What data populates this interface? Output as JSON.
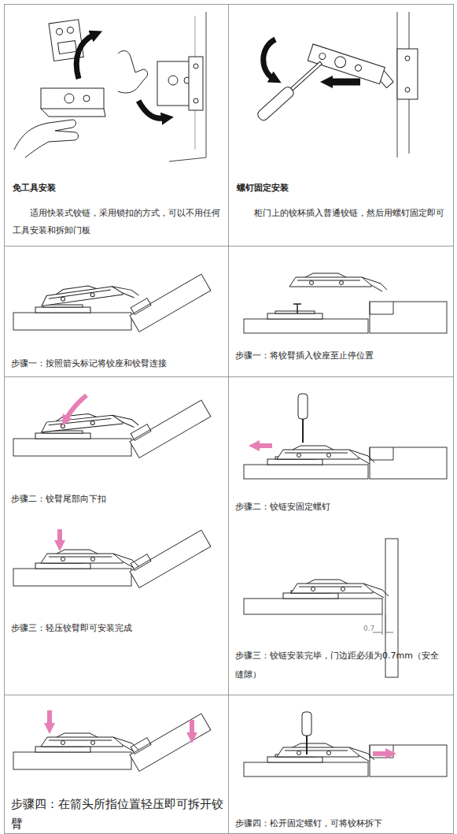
{
  "diagram": {
    "nodes": [
      {
        "text": [
          "免工具安装",
          "适用快装式铰链，采用锁扣的方式，可以不用任何工具安装和拆卸门板"
        ]
      },
      {
        "text": [
          "螺钉固定安装",
          "柜门上的铰杯插入普通铰链，然后用螺钉固定即可"
        ]
      },
      {
        "text": [
          "步骤一：按照箭头标记将铰座和铰臂连接"
        ]
      },
      {
        "text": [
          "步骤一：将铰臂插入铰座至止停位置"
        ]
      },
      {
        "text": [
          "步骤二：铰臂尾部向下扣",
          "步骤三：轻压铰臂即可安装完成"
        ]
      },
      {
        "text": [
          "步骤二：铰链安固定螺钉",
          "步骤三：铰链安装完毕，门边距必须为0.7mm（安全缝隙）"
        ]
      },
      {
        "text": [
          "步骤四：在箭头所指位置轻压即可拆开铰臂"
        ]
      },
      {
        "text": [
          "步骤四：松开固定螺钉，可将铰杯拆下"
        ]
      }
    ],
    "labels": [
      "0.7"
    ]
  }
}
